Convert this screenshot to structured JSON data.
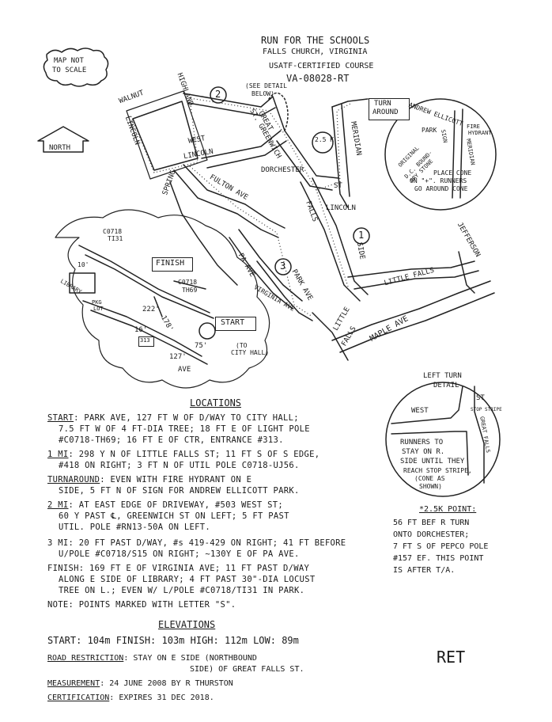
{
  "header": {
    "title": "RUN FOR THE SCHOOLS",
    "location": "FALLS CHURCH, VIRGINIA",
    "certification_line": "USATF-CERTIFIED COURSE",
    "course_id": "VA-08028-RT"
  },
  "map_not_to_scale": [
    "MAP NOT",
    "TO SCALE"
  ],
  "north_label": "NORTH",
  "streets": {
    "walnut": "WALNUT",
    "highland": "HIGHLAND",
    "lincoln_left": "LINCOLN",
    "west": "WEST",
    "lincoln_mid": "LINCOLN",
    "spring": "SPRING",
    "fulton": "FULTON AVE",
    "greenwich": "ST. GREENWICH",
    "great": "GREAT",
    "dorchester": "DORCHESTER",
    "meridian": "MERIDIAN",
    "st": "ST",
    "lincoln_right": "LINCOLN",
    "falls": "FALLS",
    "pa_ave": "PA AVE",
    "park_ave": "PARK AVE",
    "virginia_ave": "VIRGINIA AVE",
    "little_falls": "LITTLE FALLS",
    "jefferson": "JEFFERSON",
    "maple_ave": "MAPLE AVE",
    "little": "LITTLE",
    "falls_small": "FALLS",
    "ave": "AVE",
    "st_small": "ST"
  },
  "markers": {
    "m1": "1",
    "m2": "2",
    "m3": "3",
    "k25": "2.5 K",
    "see_detail": [
      "(SEE DETAIL",
      "BELOW)"
    ],
    "turn_around": [
      "TURN",
      "AROUND"
    ],
    "finish": "FINISH",
    "start": "START",
    "co718_ti31": [
      "C0718",
      "TI31"
    ],
    "co718_th69": [
      "C0718",
      "TH69"
    ],
    "to_city_hall": [
      "(TO",
      "CITY HALL)"
    ],
    "library": "LIBRARY",
    "pkg_lot": [
      "PKG",
      "LOT"
    ],
    "dim_10": "10'",
    "dim_222": "222'",
    "dim_16": "16'",
    "dim_313": "313",
    "dim_178": "178'",
    "dim_75": "75'",
    "dim_127": "127'",
    "side": "SIDE"
  },
  "turnaround_detail": {
    "andrew": "ANDREW ELLICOTT",
    "park": "PARK",
    "sign": "SIGN",
    "fire_hydrant": [
      "FIRE",
      "HYDRANT"
    ],
    "meridian": "MERIDIAN",
    "dc_stone": [
      "ORIGINAL",
      "D.C. BOUND-",
      "ARY STONE"
    ],
    "place_cone": [
      "PLACE CONE",
      "ON \"+\". RUNNERS",
      "GO AROUND CONE"
    ]
  },
  "left_turn_detail": {
    "title": [
      "LEFT TURN",
      "DETAIL"
    ],
    "west": "WEST",
    "st": "ST",
    "stop_stripe": "STOP STRIPE",
    "great_falls": "GREAT FALLS",
    "note": [
      "RUNNERS TO",
      "STAY ON R.",
      "SIDE UNTIL THEY",
      "REACH STOP STRIPE,",
      "(CONE AS",
      "SHOWN)"
    ]
  },
  "k25_point": {
    "title": "*2.5K POINT:",
    "lines": [
      "56 FT BEF R TURN",
      "ONTO DORCHESTER;",
      "7 FT S OF PEPCO POLE",
      "#157 EF. THIS POINT",
      "IS AFTER T/A."
    ]
  },
  "locations": {
    "heading": "LOCATIONS",
    "start_label": "START",
    "start": [
      ": PARK AVE, 127 FT W OF D/WAY TO CITY HALL;",
      "7.5 FT W OF 4 FT-DIA TREE; 18 FT E OF LIGHT POLE",
      "#C0718-TH69; 16 FT E OF CTR, ENTRANCE #313."
    ],
    "mi1_label": "1 MI",
    "mi1": [
      ": 298 Y N OF LITTLE FALLS ST; 11 FT S OF S EDGE,",
      "#418 ON RIGHT; 3 FT N OF UTIL POLE C0718-UJ56."
    ],
    "turn_label": "TURNAROUND",
    "turn": [
      ": EVEN WITH FIRE HYDRANT ON E",
      "SIDE, 5 FT N OF SIGN FOR ANDREW ELLICOTT PARK."
    ],
    "mi2_label": "2 MI",
    "mi2": [
      ": AT EAST EDGE OF DRIVEWAY, #503 WEST ST;",
      "60 Y PAST ℄, GREENWICH ST ON LEFT; 5 FT PAST",
      "UTIL. POLE #RN13-50A ON LEFT."
    ],
    "mi3": [
      "3 MI: 20 FT PAST D/WAY, #s 419-429 ON RIGHT; 41 FT BEFORE",
      "U/POLE #C0718/S15 ON RIGHT; ~130Y E OF PA AVE."
    ],
    "finish": [
      "FINISH: 169 FT E OF VIRGINIA AVE; 11 FT PAST D/WAY",
      "ALONG E SIDE OF LIBRARY; 4 FT PAST 30\"-DIA LOCUST",
      "TREE ON L.; EVEN W/ L/POLE #C0718/TI31 IN PARK."
    ],
    "note": "NOTE: POINTS MARKED WITH LETTER \"S\"."
  },
  "elevations": {
    "heading": "ELEVATIONS",
    "line": "START: 104m   FINISH: 103m  HIGH: 112m  LOW: 89m"
  },
  "road_restriction": {
    "label": "ROAD RESTRICTION",
    "text": [
      ": STAY ON E SIDE (NORTHBOUND",
      "SIDE) OF GREAT FALLS ST."
    ]
  },
  "measurement": {
    "label": "MEASUREMENT",
    "text": ": 24 JUNE 2008 BY R THURSTON"
  },
  "certification": {
    "label": "CERTIFICATION",
    "text": ": EXPIRES 31 DEC 2018."
  },
  "signature": "RET"
}
